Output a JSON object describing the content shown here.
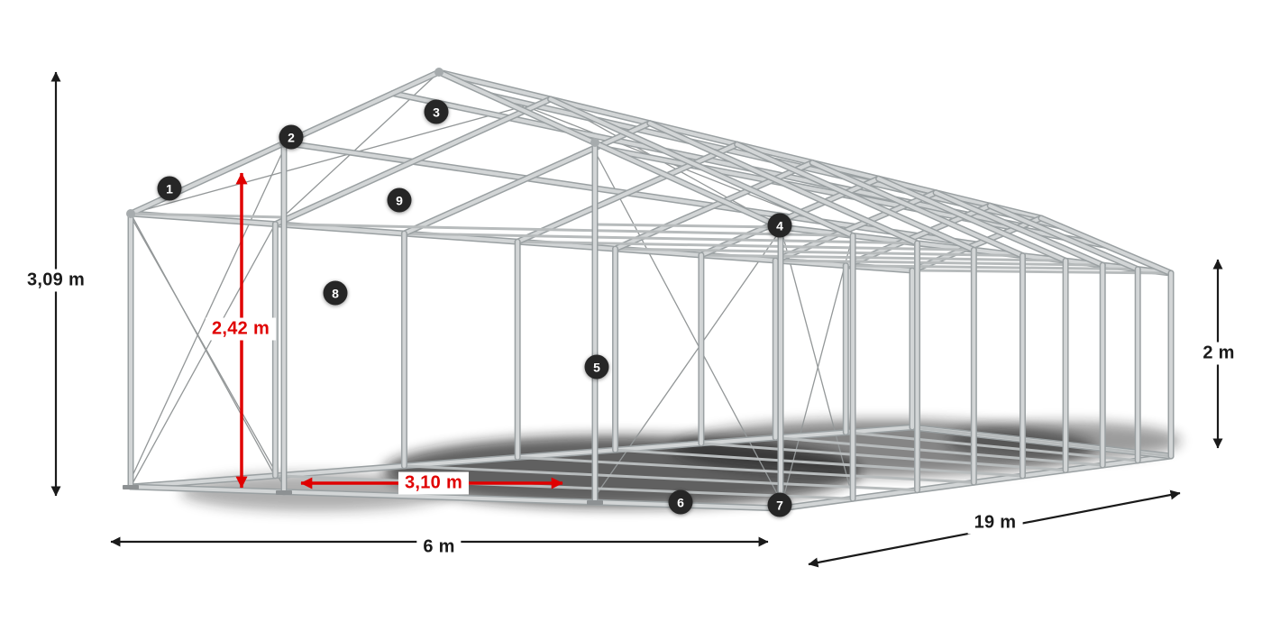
{
  "diagram": {
    "dimensions": {
      "ridge_height": "3,09 m",
      "entrance_height": "2,42 m",
      "entrance_width": "3,10 m",
      "width": "6 m",
      "length": "19 m",
      "side_height": "2 m"
    },
    "part_markers": [
      "1",
      "2",
      "3",
      "4",
      "5",
      "6",
      "7",
      "8",
      "9"
    ],
    "colors": {
      "frame_tube": "#d2d5d6",
      "frame_edge": "#9aa0a2",
      "brace_cable": "#939798",
      "dimension_text": "#1a1a1a",
      "dimension_accent": "#e00000",
      "marker_background": "#262626",
      "marker_text": "#ffffff",
      "background": "#ffffff"
    }
  }
}
